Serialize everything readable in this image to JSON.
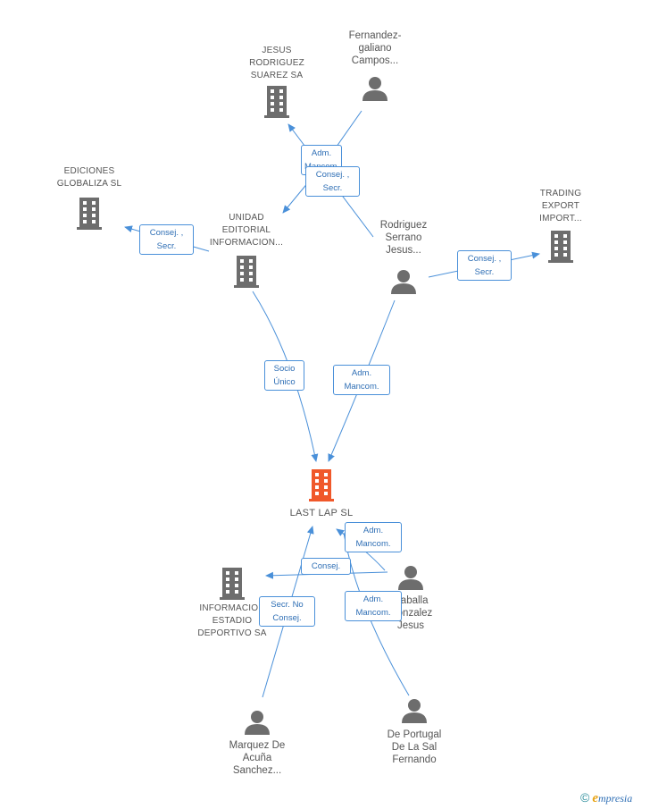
{
  "nodes": {
    "jesus_rodriguez": {
      "label": "JESUS\nRODRIGUEZ\nSUAREZ SA",
      "type": "company"
    },
    "fernandez": {
      "label": "Fernandez-\ngaliano\nCampos...",
      "type": "person"
    },
    "ediciones": {
      "label": "EDICIONES\nGLOBALIZA SL",
      "type": "company"
    },
    "unidad": {
      "label": "UNIDAD\nEDITORIAL\nINFORMACION...",
      "type": "company"
    },
    "rodriguez_serrano": {
      "label": "Rodriguez\nSerrano\nJesus...",
      "type": "person"
    },
    "trading": {
      "label": "TRADING\nEXPORT\nIMPORT...",
      "type": "company"
    },
    "last_lap": {
      "label": "LAST LAP SL",
      "type": "main"
    },
    "informacion_estadio": {
      "label": "INFORMACION\nESTADIO\nDEPORTIVO SA",
      "type": "company"
    },
    "caballa": {
      "label": "Caballa\nGonzalez\nJesus",
      "type": "person"
    },
    "marquez": {
      "label": "Marquez De\nAcuña\nSanchez...",
      "type": "person"
    },
    "de_portugal": {
      "label": "De Portugal\nDe La Sal\nFernando",
      "type": "person"
    }
  },
  "edge_labels": {
    "adm_top": "Adm.\nMancom.",
    "consej_secr_top": "Consej. ,\nSecr.",
    "consej_secr_left": "Consej. ,\nSecr.",
    "consej_secr_right": "Consej. ,\nSecr.",
    "socio_unico": "Socio\nÚnico",
    "adm_mancom_mid": "Adm.\nMancom.",
    "adm_mancom_low1": "Adm.\nMancom.",
    "consej_low": "Consej.",
    "secr_no_consej": "Secr.  No\nConsej.",
    "adm_mancom_low2": "Adm.\nMancom."
  },
  "watermark": {
    "copyright": "©",
    "brand_first": "e",
    "brand_rest": "mpresia"
  },
  "colors": {
    "edge": "#4a90d9",
    "icon": "#6d6d6d",
    "main_icon": "#f0582a",
    "label_text": "#2f6fb5"
  }
}
